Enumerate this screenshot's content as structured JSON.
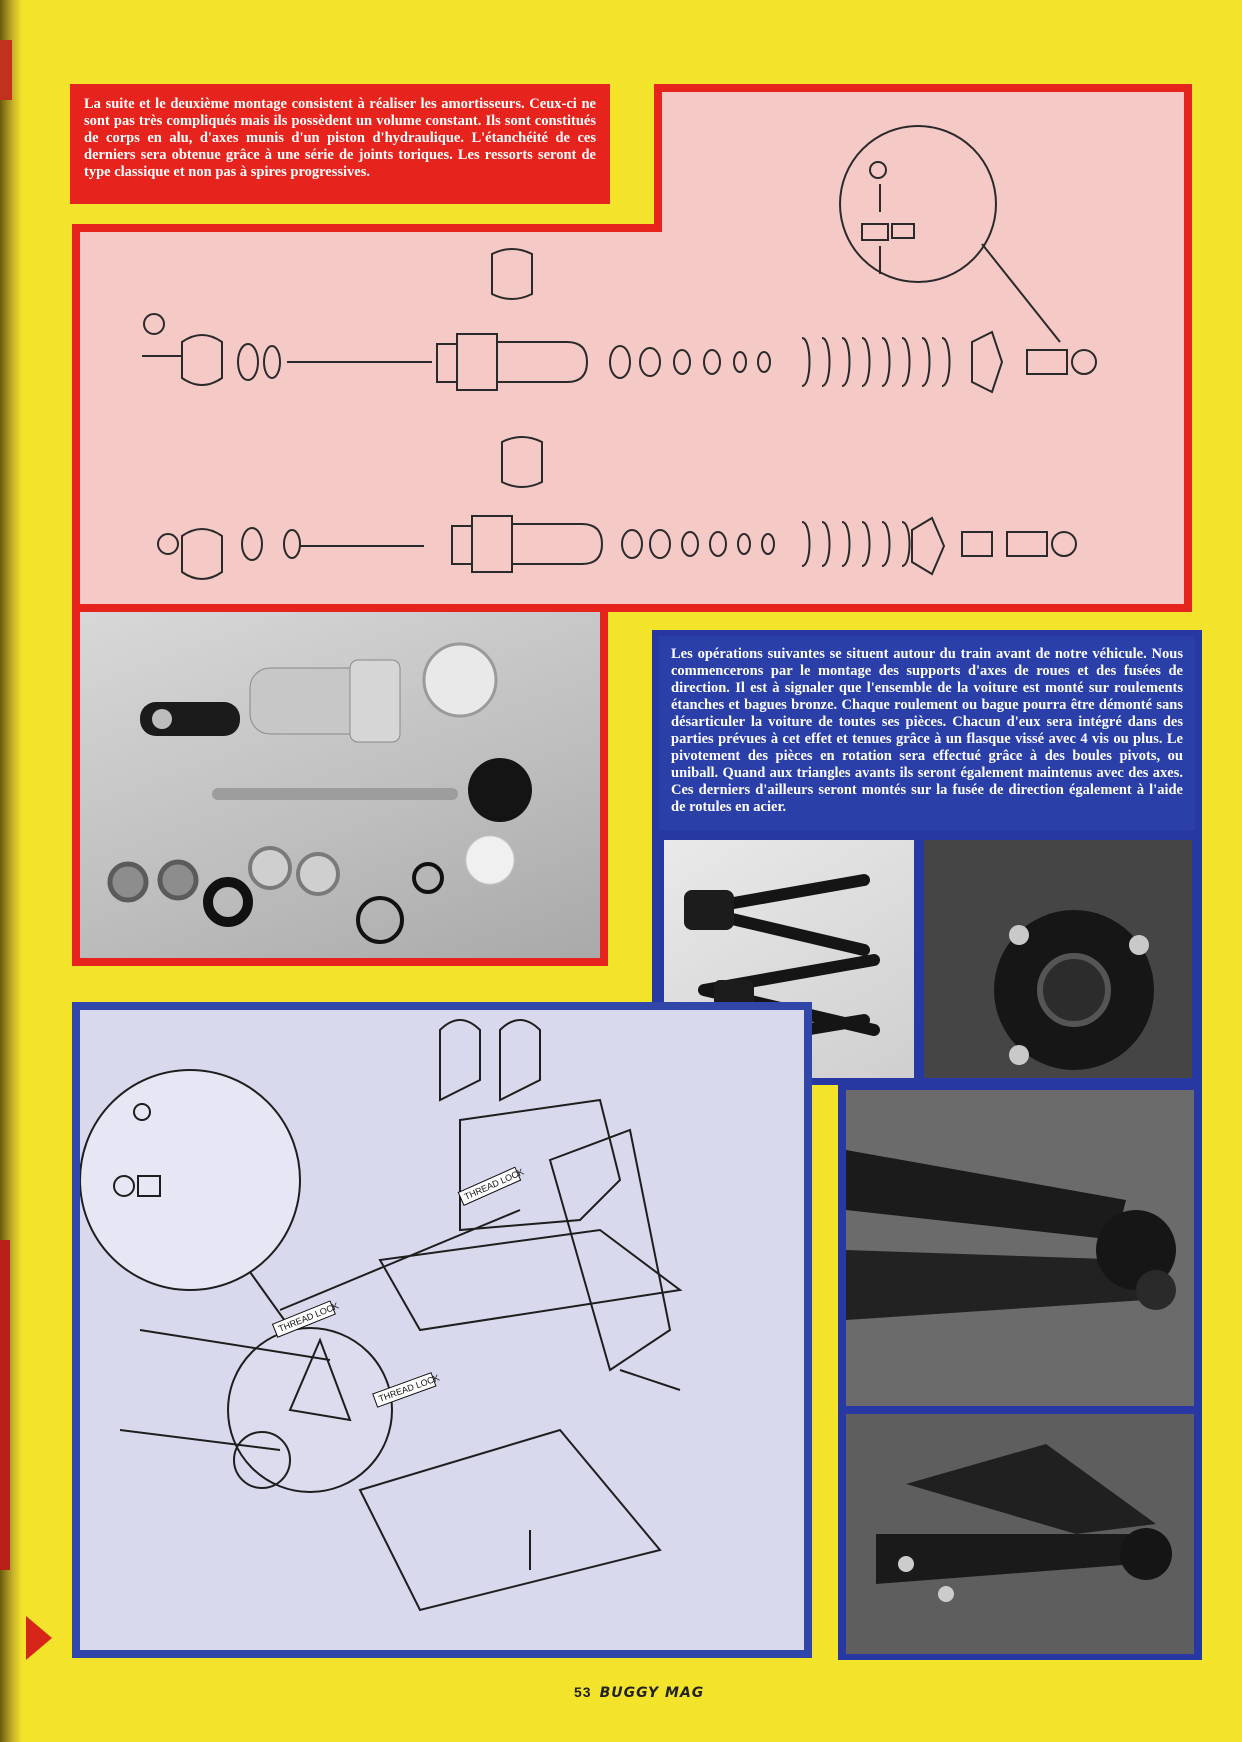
{
  "text_red": "La suite et le deuxième montage consistent à réaliser les amortisseurs. Ceux-ci ne sont pas très compliqués mais ils possèdent un volume constant. Ils sont constitués de corps en alu, d'axes munis d'un piston d'hydraulique. L'étanchéité de ces derniers sera obtenue grâce à une série de joints toriques. Les ressorts seront de type classique et non pas à spires progressives.",
  "text_blue": "Les opérations suivantes se situent autour du train avant de notre véhicule. Nous commencerons par le montage des supports d'axes de roues et des fusées de direction. Il est à signaler que l'ensemble de la voiture est monté sur roulements étanches et bagues bronze. Chaque roulement ou bague pourra être démonté sans désarticuler la voiture de toutes ses pièces. Chacun d'eux sera intégré dans des parties prévues à cet effet et tenues grâce à un flasque vissé avec 4 vis ou plus. Le pivotement des pièces en rotation sera effectué grâce à des boules pivots, ou uniball. Quand aux triangles avants ils seront également maintenus avec des axes. Ces derniers d'ailleurs seront montés sur la fusée de direction également à l'aide de rotules en acier.",
  "thread_lock_labels": [
    "THREAD LOCK",
    "THREAD LOCK",
    "THREAD LOCK"
  ],
  "footer": {
    "page_number": "53",
    "magazine": "BUGGY MAG"
  }
}
